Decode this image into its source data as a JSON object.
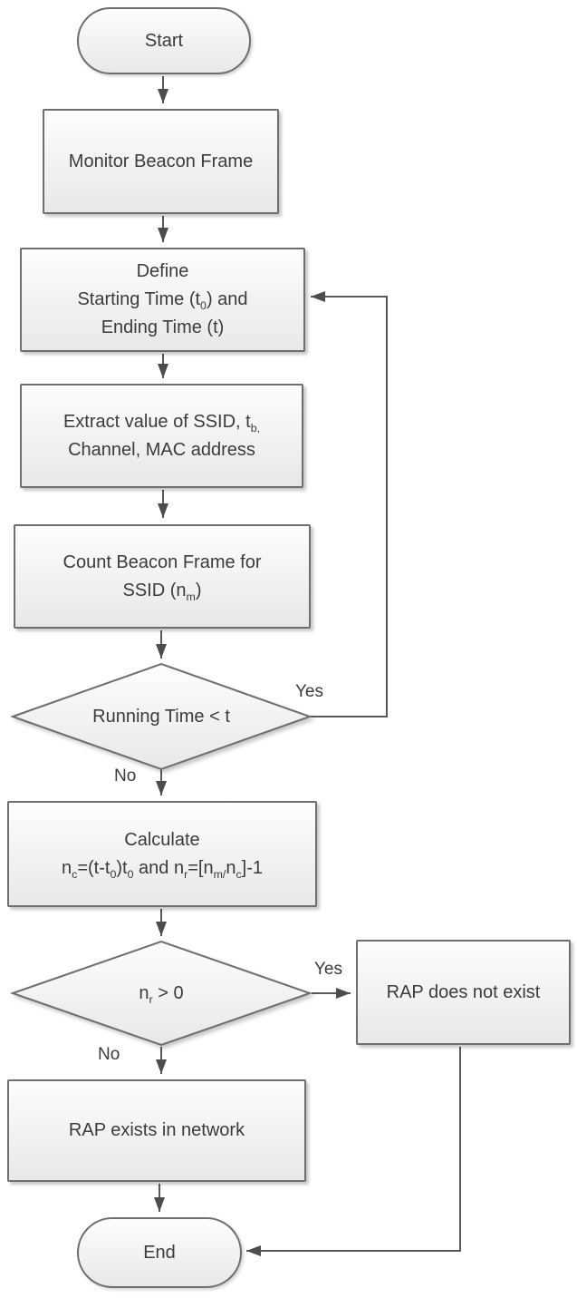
{
  "diagram_type": "flowchart",
  "nodes": {
    "start": {
      "label": "Start"
    },
    "monitor": {
      "label": "Monitor Beacon Frame"
    },
    "define": {
      "lines": [
        [
          {
            "t": "Define"
          }
        ],
        [
          {
            "t": "Starting Time (t"
          },
          {
            "t": "0",
            "sub": true
          },
          {
            "t": ") and"
          }
        ],
        [
          {
            "t": "Ending Time (t)"
          }
        ]
      ]
    },
    "extract": {
      "lines": [
        [
          {
            "t": "Extract value of SSID, t"
          },
          {
            "t": "b,",
            "sub": true
          }
        ],
        [
          {
            "t": "Channel, MAC address"
          }
        ]
      ]
    },
    "count": {
      "lines": [
        [
          {
            "t": "Count Beacon Frame for"
          }
        ],
        [
          {
            "t": "SSID (n"
          },
          {
            "t": "m",
            "sub": true
          },
          {
            "t": ")"
          }
        ]
      ]
    },
    "decision_time": {
      "label": "Running Time < t"
    },
    "calculate": {
      "lines": [
        [
          {
            "t": "Calculate"
          }
        ],
        [
          {
            "t": "n"
          },
          {
            "t": "c",
            "sub": true
          },
          {
            "t": "=(t-t"
          },
          {
            "t": "0",
            "sub": true
          },
          {
            "t": ")t"
          },
          {
            "t": "0",
            "sub": true
          },
          {
            "t": " and n"
          },
          {
            "t": "r",
            "sub": true
          },
          {
            "t": "=[n"
          },
          {
            "t": "m/",
            "sub": true
          },
          {
            "t": "n"
          },
          {
            "t": "c",
            "sub": true
          },
          {
            "t": "]-1"
          }
        ]
      ]
    },
    "decision_nr": {
      "lines": [
        [
          {
            "t": "n"
          },
          {
            "t": "r",
            "sub": true
          },
          {
            "t": " > 0"
          }
        ]
      ]
    },
    "rap_not_exist": {
      "label": "RAP does not exist"
    },
    "rap_exists": {
      "label": "RAP exists in network"
    },
    "end": {
      "label": "End"
    }
  },
  "edge_labels": {
    "yes_loop": "Yes",
    "no_time": "No",
    "yes_nr": "Yes",
    "no_nr": "No"
  },
  "colors": {
    "border": "#6e6e6e",
    "fill_top": "#fdfdfd",
    "fill_bottom": "#e8e8e8",
    "text": "#3b3b3b",
    "connector": "#595959",
    "arrowhead": "#4d4d4d",
    "background": "#ffffff"
  }
}
